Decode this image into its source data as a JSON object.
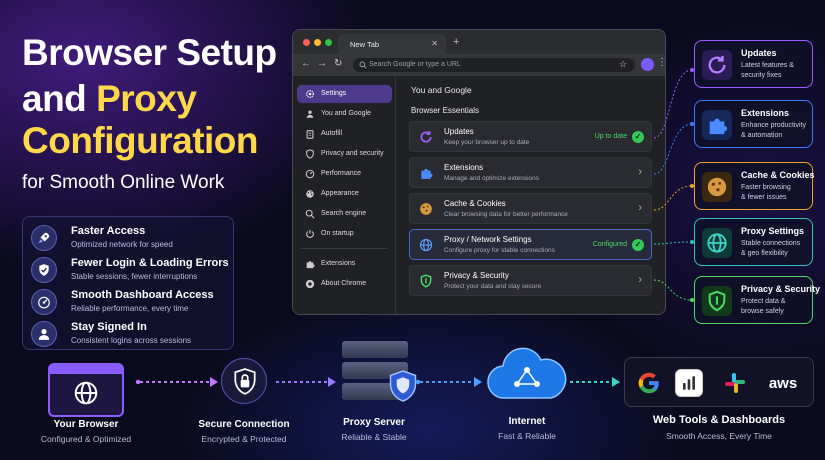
{
  "headline": {
    "line1": "Browser Setup",
    "line2_white": "and ",
    "line2_yellow": "Proxy",
    "line3": "Configuration",
    "subtitle": "for Smooth Online Work"
  },
  "benefits": [
    {
      "title": "Faster Access",
      "subtitle": "Optimized network for speed",
      "icon": "rocket-icon"
    },
    {
      "title": "Fewer Login & Loading Errors",
      "subtitle": "Stable sessions, fewer interruptions",
      "icon": "shield-check-icon"
    },
    {
      "title": "Smooth Dashboard Access",
      "subtitle": "Reliable performance, every time",
      "icon": "speedometer-icon"
    },
    {
      "title": "Stay Signed In",
      "subtitle": "Consistent logins across sessions",
      "icon": "user-icon"
    }
  ],
  "browser": {
    "tab_title": "New Tab",
    "address_placeholder": "Search Google or type a URL",
    "sidebar": [
      {
        "label": "Settings",
        "icon": "gear-icon",
        "active": true
      },
      {
        "label": "You and Google",
        "icon": "person-icon"
      },
      {
        "label": "Autofill",
        "icon": "clipboard-icon"
      },
      {
        "label": "Privacy and security",
        "icon": "shield-icon"
      },
      {
        "label": "Performance",
        "icon": "gauge-icon"
      },
      {
        "label": "Appearance",
        "icon": "palette-icon"
      },
      {
        "label": "Search engine",
        "icon": "search-icon"
      },
      {
        "label": "On startup",
        "icon": "power-icon"
      },
      {
        "label": "Extensions",
        "icon": "puzzle-icon"
      },
      {
        "label": "About Chrome",
        "icon": "chrome-icon"
      }
    ],
    "section_header": "You and Google",
    "section_title": "Browser Essentials",
    "rows": [
      {
        "title": "Updates",
        "subtitle": "Keep your browser up to date",
        "status": "Up to date",
        "icon": "refresh-icon"
      },
      {
        "title": "Extensions",
        "subtitle": "Manage and optimize extensions",
        "status": "",
        "icon": "puzzle-icon"
      },
      {
        "title": "Cache & Cookies",
        "subtitle": "Clear browsing data for better performance",
        "status": "",
        "icon": "cookie-icon"
      },
      {
        "title": "Proxy / Network Settings",
        "subtitle": "Configure proxy for stable connections",
        "status": "Configured",
        "icon": "globe-icon"
      },
      {
        "title": "Privacy & Security",
        "subtitle": "Protect your data and stay secure",
        "status": "",
        "icon": "shield-icon"
      }
    ]
  },
  "right_cards": [
    {
      "title": "Updates",
      "line1": "Latest features &",
      "line2": "security fixes",
      "icon": "refresh-icon",
      "color": "#9b5cff"
    },
    {
      "title": "Extensions",
      "line1": "Enhance productivity",
      "line2": "& automation",
      "icon": "puzzle-icon",
      "color": "#3a7bff"
    },
    {
      "title": "Cache & Cookies",
      "line1": "Faster browsing",
      "line2": "& fewer issues",
      "icon": "cookie-icon",
      "color": "#f0a030"
    },
    {
      "title": "Proxy Settings",
      "line1": "Stable connections",
      "line2": "& geo flexibility",
      "icon": "globe-icon",
      "color": "#2ec4b6"
    },
    {
      "title": "Privacy & Security",
      "line1": "Protect data &",
      "line2": "browse safely",
      "icon": "shield-icon",
      "color": "#4cd964"
    }
  ],
  "flow": [
    {
      "title": "Your Browser",
      "subtitle": "Configured & Optimized",
      "icon": "browser-globe-icon"
    },
    {
      "title": "Secure Connection",
      "subtitle": "Encrypted & Protected",
      "icon": "lock-shield-icon"
    },
    {
      "title": "Proxy Server",
      "subtitle": "Reliable & Stable",
      "icon": "server-icon"
    },
    {
      "title": "Internet",
      "subtitle": "Fast & Reliable",
      "icon": "cloud-icon"
    },
    {
      "title": "Web Tools & Dashboards",
      "subtitle": "Smooth Access, Every Time",
      "icon": "tools-icon"
    }
  ],
  "tools": [
    {
      "name": "google-logo",
      "label": ""
    },
    {
      "name": "analytics-icon",
      "label": ""
    },
    {
      "name": "slack-logo",
      "label": ""
    },
    {
      "name": "aws-logo",
      "label": "aws"
    }
  ],
  "colors": {
    "accent_purple": "#9b5cff",
    "accent_yellow": "#ffd84a",
    "status_green": "#34c759",
    "background": "#0a0a1e"
  }
}
